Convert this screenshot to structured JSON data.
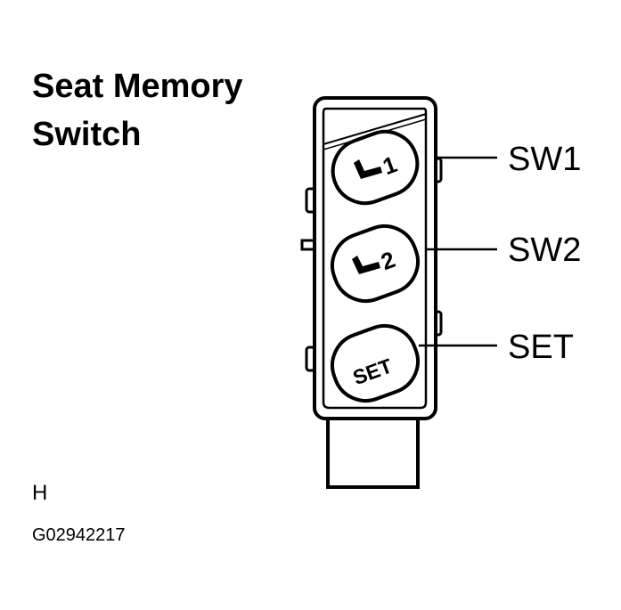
{
  "title": {
    "line1": "Seat Memory",
    "line2": "Switch"
  },
  "labels": {
    "sw1": "SW1",
    "sw2": "SW2",
    "set": "SET"
  },
  "buttons": {
    "b1_num": "1",
    "b2_num": "2",
    "set_text": "SET"
  },
  "corner_mark": "H",
  "figure_code": "G02942217"
}
